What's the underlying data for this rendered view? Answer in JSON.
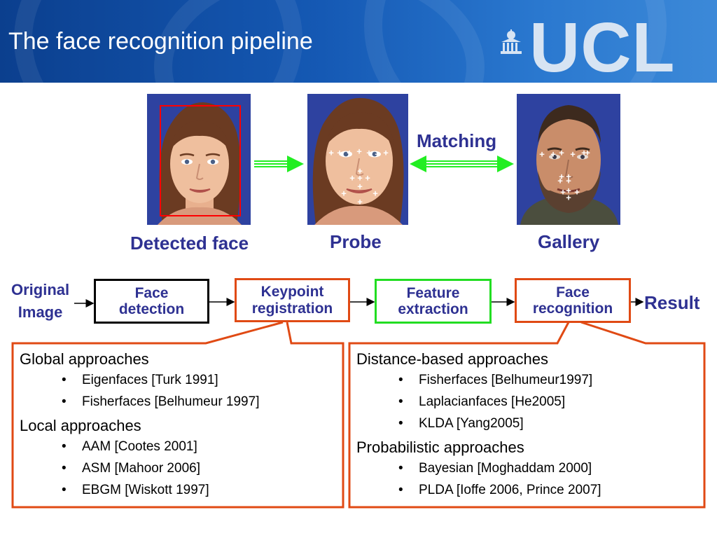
{
  "slide_title": "The face recognition pipeline",
  "logo_text": "UCL",
  "captions": {
    "detected_face": "Detected face",
    "probe": "Probe",
    "gallery": "Gallery",
    "matching": "Matching"
  },
  "keypoint_marker": "+",
  "pipeline": {
    "input": "Original\nImage",
    "steps": [
      "Face\ndetection",
      "Keypoint\nregistration",
      "Feature\nextraction",
      "Face\nrecognition"
    ],
    "output": "Result"
  },
  "left_panel": {
    "groups": [
      {
        "heading": "Global approaches",
        "items": [
          "Eigenfaces [Turk 1991]",
          "Fisherfaces [Belhumeur 1997]"
        ]
      },
      {
        "heading": "Local approaches",
        "items": [
          "AAM [Cootes 2001]",
          "ASM [Mahoor 2006]",
          "EBGM [Wiskott 1997]"
        ]
      }
    ]
  },
  "right_panel": {
    "groups": [
      {
        "heading": "Distance-based approaches",
        "items": [
          "Fisherfaces [Belhumeur1997]",
          "Laplacianfaces [He2005]",
          "KLDA [Yang2005]"
        ]
      },
      {
        "heading": "Probabilistic approaches",
        "items": [
          "Bayesian [Moghaddam 2000]",
          "PLDA [Ioffe 2006, Prince 2007]"
        ]
      }
    ]
  },
  "bullet_char": "•",
  "colors": {
    "header": "#1559b4",
    "caption": "#2e3192",
    "box_black": "#000000",
    "box_red": "#e04a14",
    "box_green": "#22dd22",
    "arrow_green": "#22ee22",
    "detection_rect": "#ff0000",
    "photo_bg": "#2e42a0"
  }
}
